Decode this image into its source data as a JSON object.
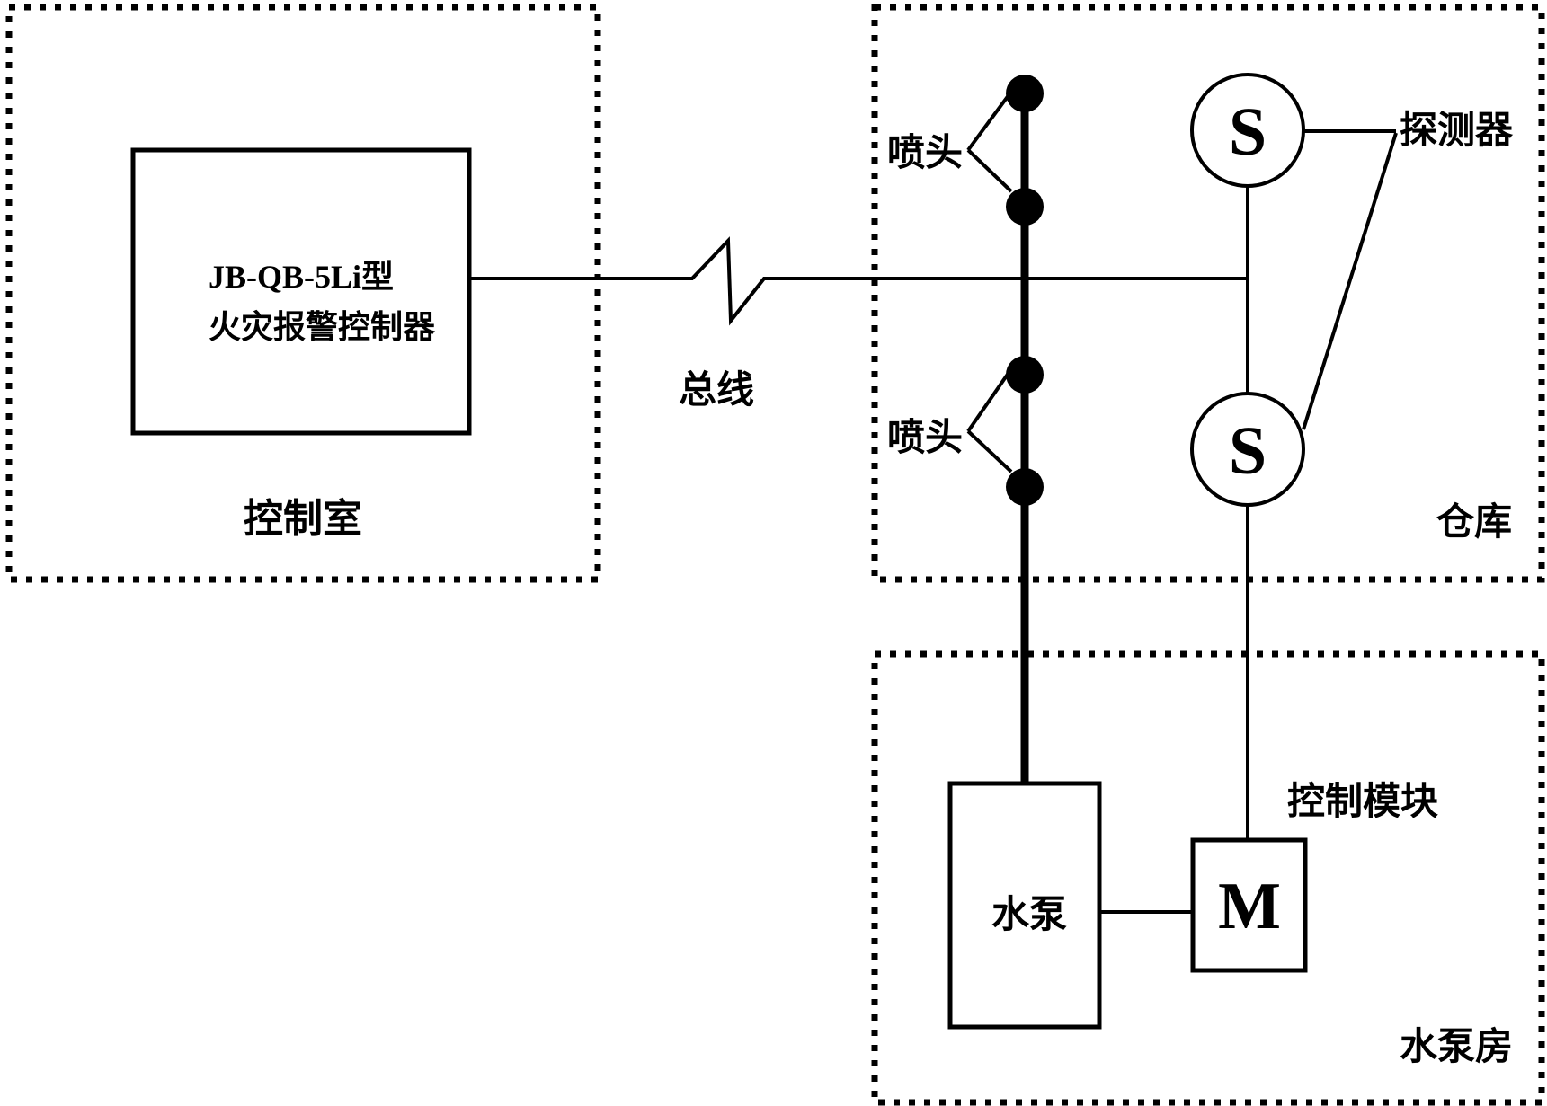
{
  "colors": {
    "ink": "#000000",
    "background": "#ffffff"
  },
  "control_room": {
    "room_label": "控制室",
    "controller": {
      "line1": "JB-QB-5Li型",
      "line2": "火灾报警控制器"
    }
  },
  "bus": {
    "label": "总线"
  },
  "warehouse": {
    "room_label": "仓库",
    "sprinkler_label_1": "喷头",
    "sprinkler_label_2": "喷头",
    "detector_label": "探测器",
    "detector_symbol_1": "S",
    "detector_symbol_2": "S"
  },
  "pump_room": {
    "room_label": "水泵房",
    "pump_label": "水泵",
    "module_label": "控制模块",
    "module_symbol": "M"
  }
}
